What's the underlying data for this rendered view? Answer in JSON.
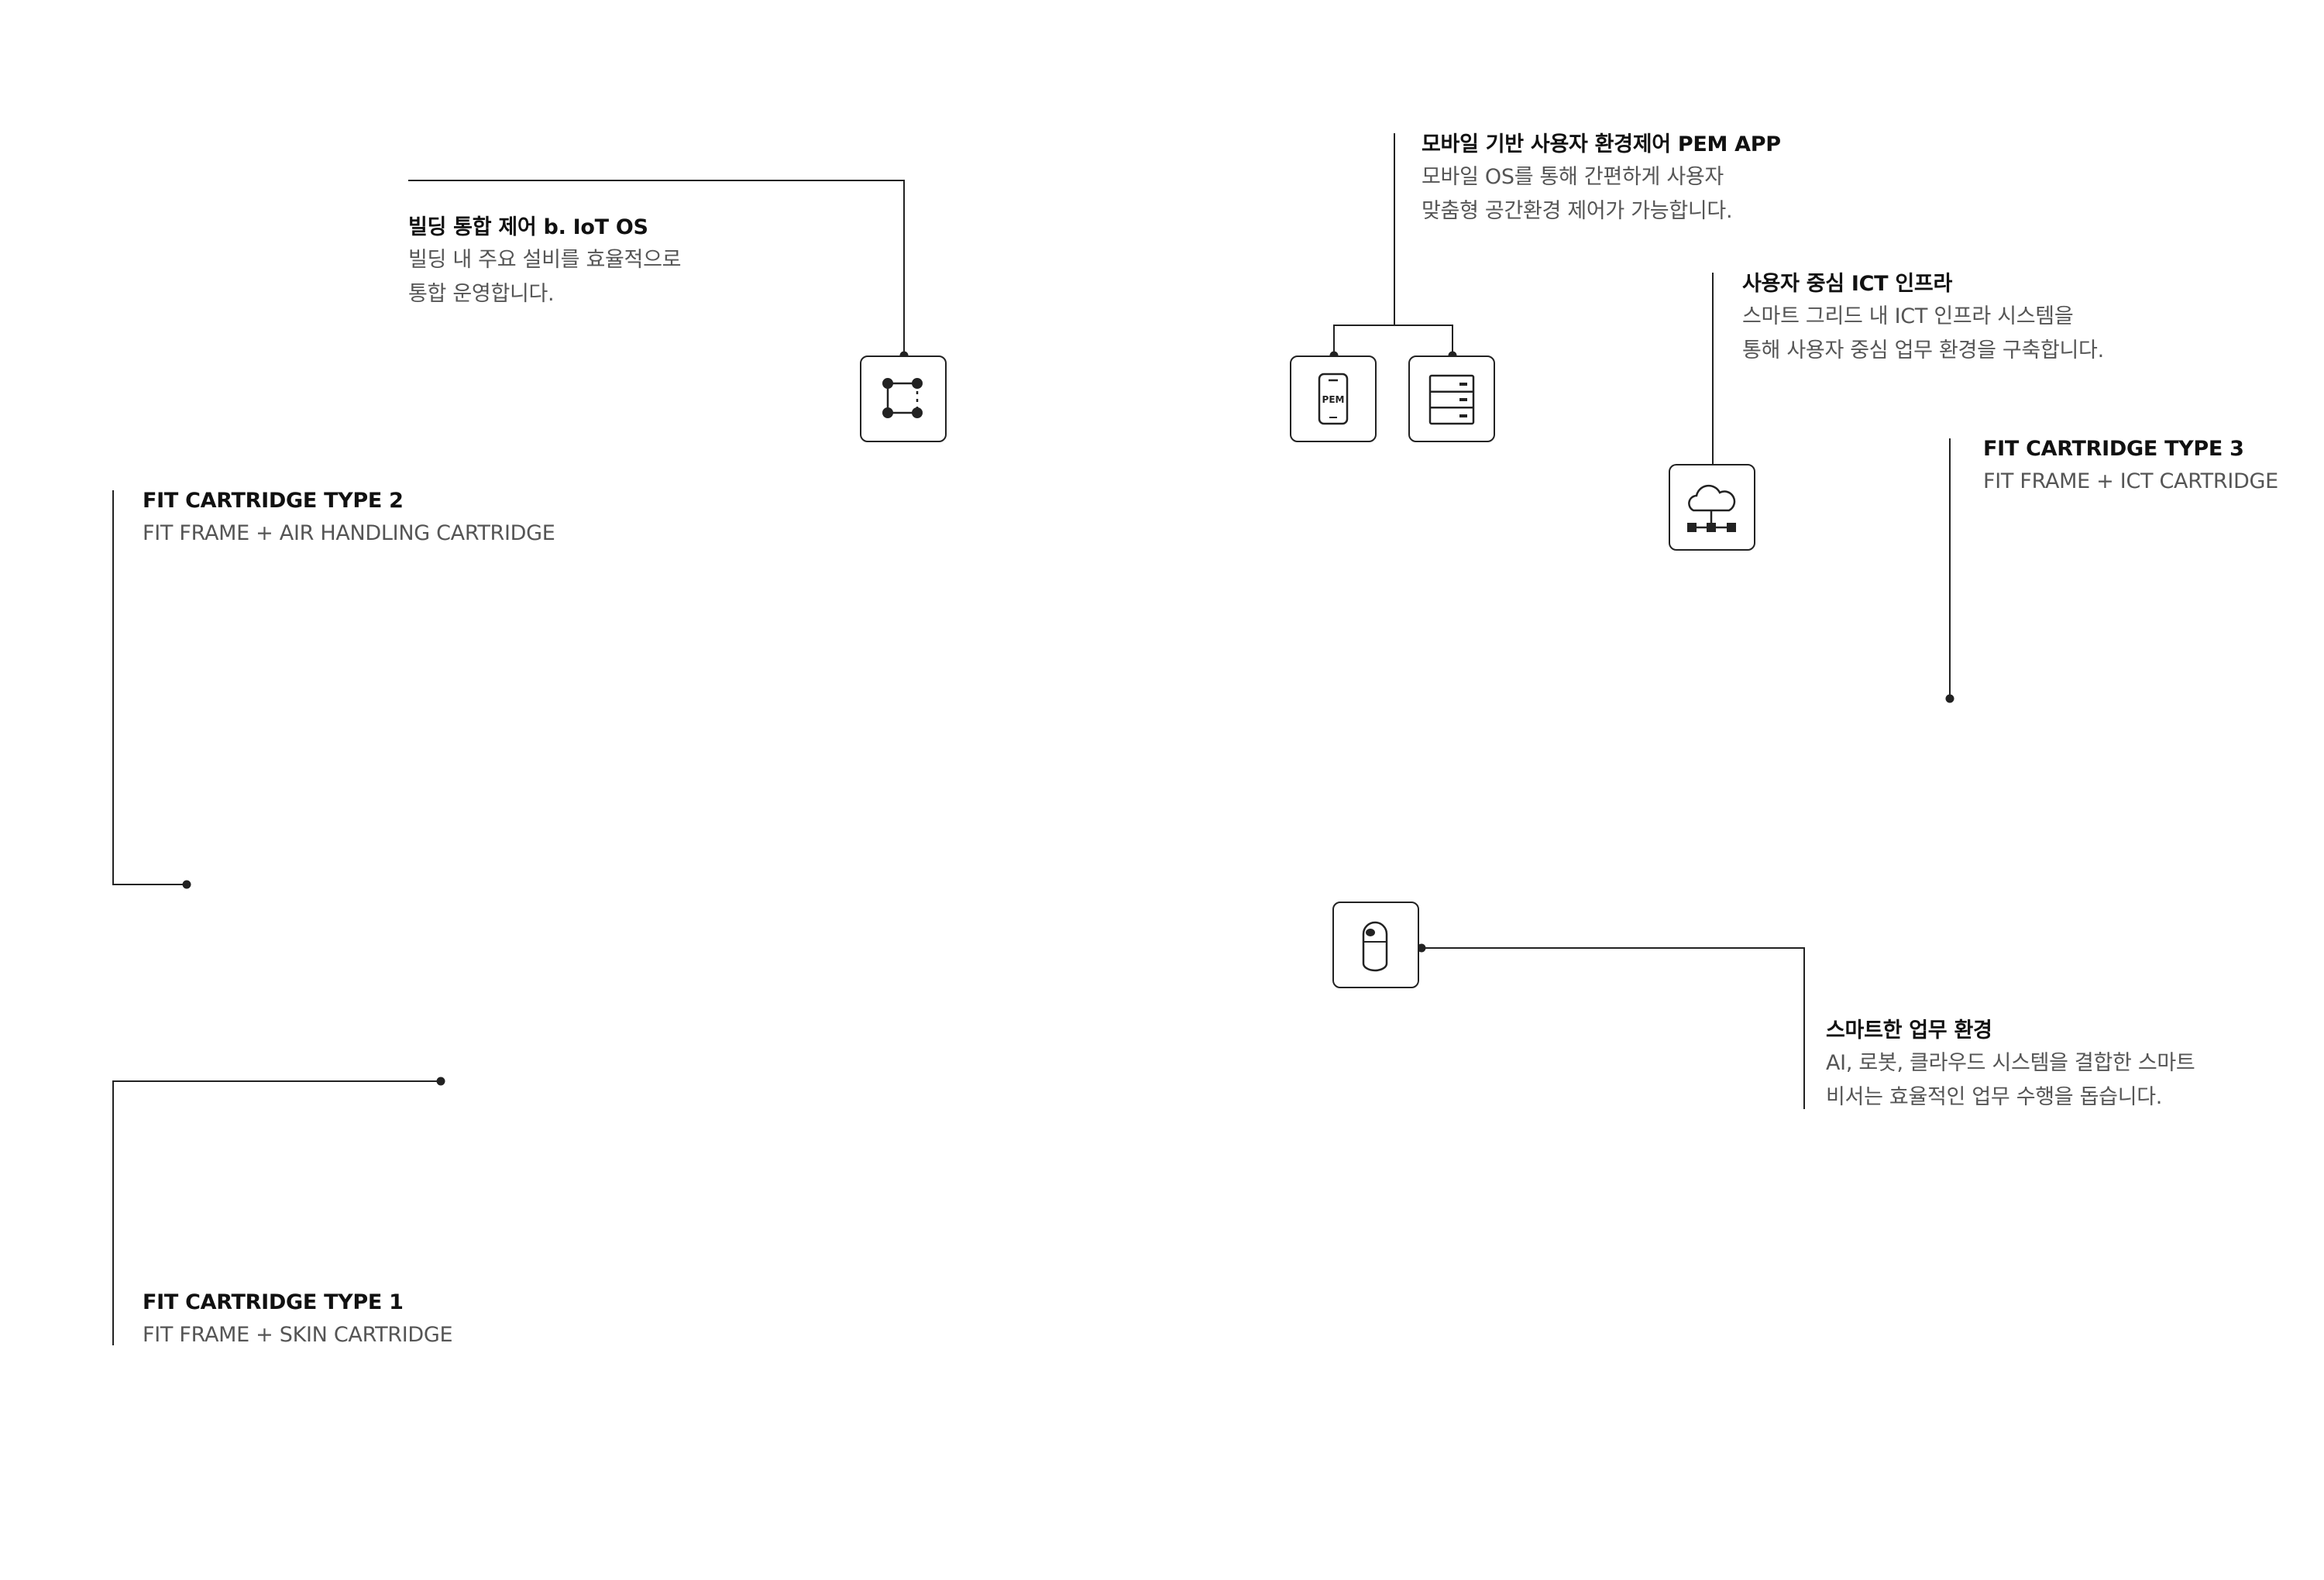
{
  "annotations": {
    "iot_os": {
      "title": "빌딩 통합 제어 b. IoT OS",
      "lines": [
        "빌딩 내 주요 설비를 효율적으로",
        "통합 운영합니다."
      ]
    },
    "pem_app": {
      "title": "모바일 기반 사용자 환경제어 PEM APP",
      "lines": [
        "모바일 OS를 통해 간편하게 사용자",
        "맞춤형 공간환경 제어가 가능합니다."
      ]
    },
    "ict_infra": {
      "title": "사용자 중심 ICT 인프라",
      "lines": [
        "스마트 그리드 내 ICT 인프라 시스템을",
        "통해 사용자 중심 업무 환경을 구축합니다."
      ]
    },
    "type3": {
      "title": "FIT CARTRIDGE TYPE 3",
      "lines": [
        "FIT FRAME + ICT CARTRIDGE"
      ]
    },
    "type2": {
      "title": "FIT CARTRIDGE TYPE 2",
      "lines": [
        "FIT FRAME + AIR HANDLING CARTRIDGE"
      ]
    },
    "smart_work": {
      "title": "스마트한 업무 환경",
      "lines": [
        "AI, 로봇, 클라우드 시스템을 결합한 스마트",
        "비서는 효율적인 업무 수행을 돕습니다."
      ]
    },
    "type1": {
      "title": "FIT CARTRIDGE TYPE 1",
      "lines": [
        "FIT FRAME + SKIN CARTRIDGE"
      ]
    }
  },
  "icons": {
    "pem_phone_label": "PEM",
    "names": [
      "network-nodes-icon",
      "smartphone-pem-icon",
      "server-rack-icon",
      "cloud-network-icon",
      "robot-assistant-icon"
    ]
  },
  "colors": {
    "line": "#222222",
    "title": "#111111",
    "desc": "#555555",
    "background": "#ffffff"
  }
}
